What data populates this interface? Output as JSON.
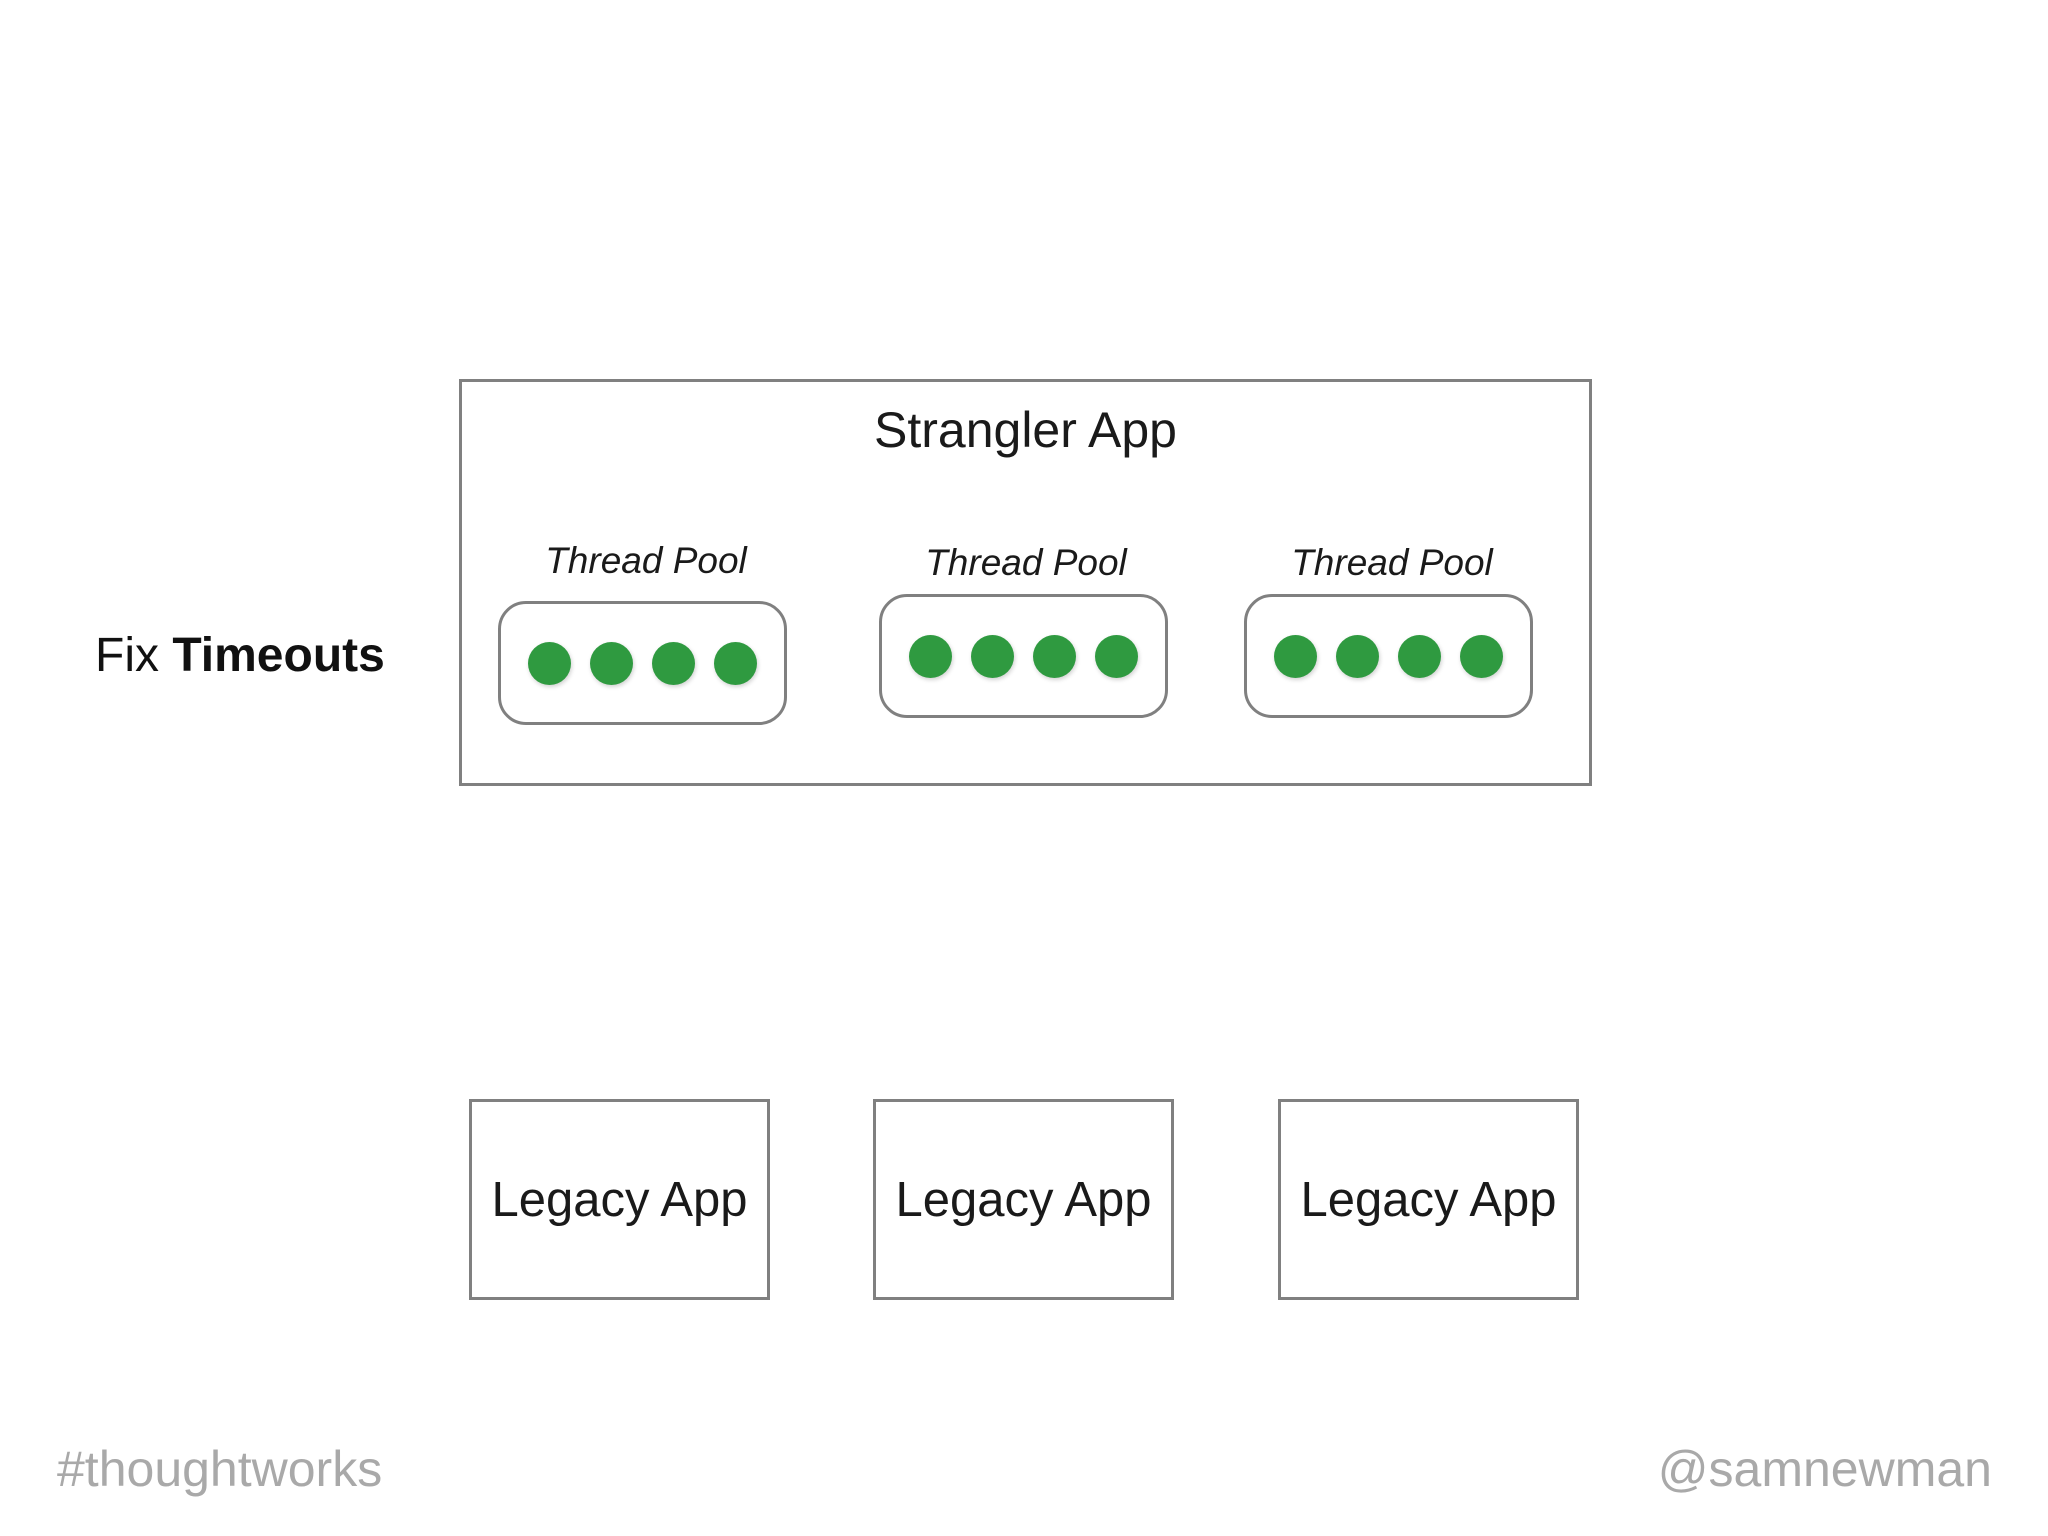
{
  "side_label": {
    "prefix": "Fix",
    "emphasis": "Timeouts"
  },
  "strangler": {
    "title": "Strangler App",
    "pools": [
      {
        "label": "Thread Pool",
        "threads": 4
      },
      {
        "label": "Thread Pool",
        "threads": 4
      },
      {
        "label": "Thread Pool",
        "threads": 4
      }
    ]
  },
  "legacy_apps": [
    {
      "label": "Legacy App"
    },
    {
      "label": "Legacy App"
    },
    {
      "label": "Legacy App"
    }
  ],
  "footer": {
    "left": "#thoughtworks",
    "right": "@samnewman"
  },
  "colors": {
    "thread_dot": "#2f9a40",
    "border": "#808080",
    "footer_text": "#a9a9a9"
  }
}
